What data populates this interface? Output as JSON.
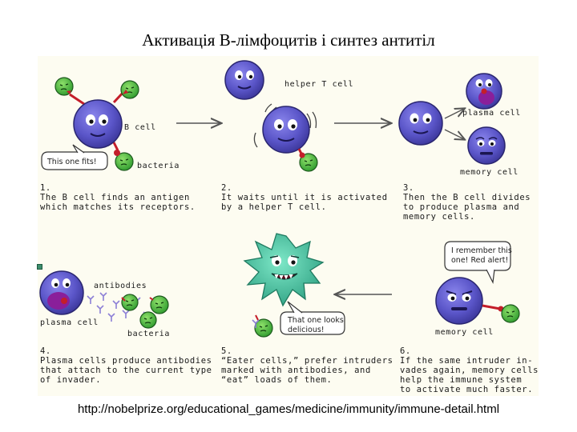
{
  "title": "Активація В-лімфоцитів і синтез антитіл",
  "source_url": "http://nobelprize.org/educational_games/medicine/immunity/immune-detail.html",
  "colors": {
    "b_cell": "#5a55c8",
    "plasma_cell_nucleus": "#8a1f9a",
    "bacteria": "#3aa83a",
    "eater_cell": "#3fbf9f",
    "antibody": "#8c7fd6",
    "receptor": "#c41e2a"
  },
  "panel1": {
    "b_cell_label": "B cell",
    "bacteria_label": "bacteria",
    "speech": "This one fits!",
    "step": [
      "1.",
      "The B cell finds an antigen",
      "which matches its receptors."
    ]
  },
  "panel2": {
    "helper_label": "helper T cell",
    "step": [
      "2.",
      "It waits until it is activated",
      "by a helper T cell."
    ]
  },
  "panel3": {
    "plasma_label": "plasma cell",
    "memory_label": "memory cell",
    "step": [
      "3.",
      "Then the B cell divides",
      "to produce plasma and",
      "memory cells."
    ]
  },
  "panel4": {
    "antibodies_label": "antibodies",
    "plasma_label": "plasma cell",
    "bacteria_label": "bacteria",
    "step": [
      "4.",
      "Plasma cells produce antibodies",
      "that attach to the current type",
      "of invader."
    ]
  },
  "panel5": {
    "speech": [
      "That one looks",
      "delicious!"
    ],
    "step": [
      "5.",
      "“Eater cells,” prefer intruders",
      "marked with antibodies, and",
      "“eat” loads of them."
    ]
  },
  "panel6": {
    "speech": [
      "I remember this",
      "one! Red alert!"
    ],
    "memory_label": "memory cell",
    "step": [
      "6.",
      "If the same intruder in-",
      "vades again, memory cells",
      "help the immune system",
      "to activate much faster."
    ]
  }
}
